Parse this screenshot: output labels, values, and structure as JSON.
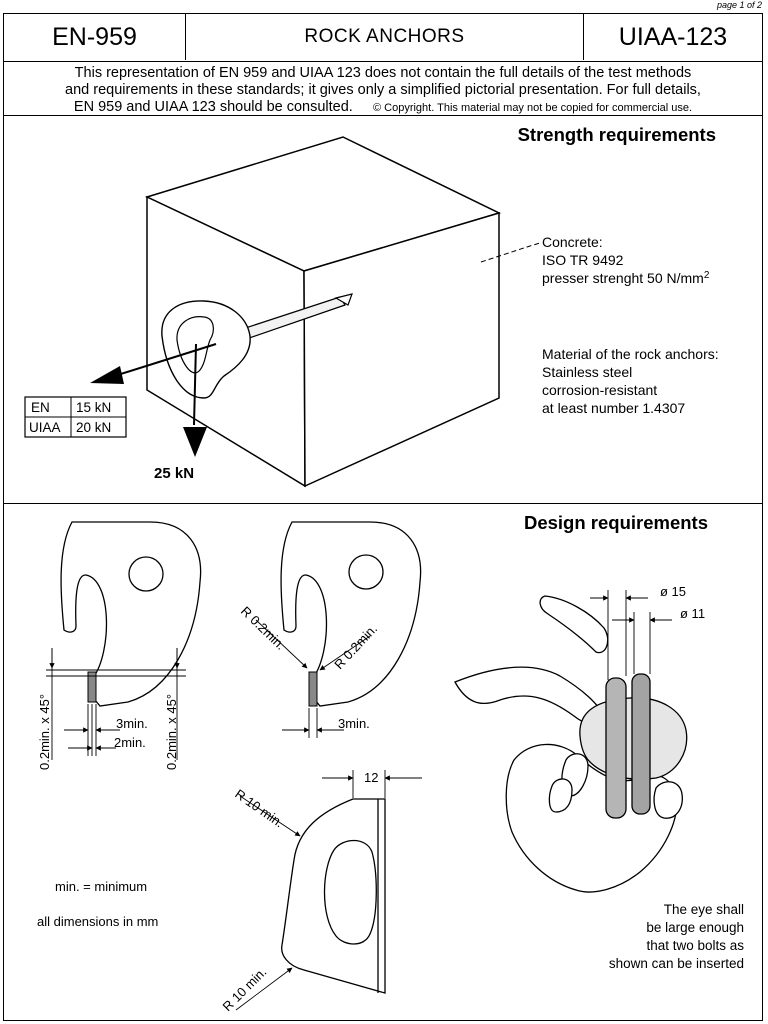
{
  "page_number": "page 1 of 2",
  "header": {
    "left": "EN-959",
    "middle": "ROCK  ANCHORS",
    "right": "UIAA-123"
  },
  "disclaimer": {
    "line1": "This representation of EN 959 and UIAA 123 does not contain the full details of the test methods",
    "line2": "and requirements in these standards; it gives only a simplified pictorial presentation. For full details,",
    "line3": "EN 959  and UIAA 123 should be consulted.",
    "copyright": "© Copyright. This material may not be copied for commercial use."
  },
  "strength": {
    "title": "Strength requirements",
    "concrete_label": "Concrete:",
    "concrete_iso": "ISO TR 9492",
    "concrete_strength": "presser strenght 50 N/mm",
    "concrete_strength_sup": "2",
    "material_line1": "Material of the rock anchors:",
    "material_line2": "Stainless steel",
    "material_line3": "corrosion-resistant",
    "material_line4": "at least number 1.4307",
    "load_table": [
      {
        "standard": "EN",
        "value": "15 kN"
      },
      {
        "standard": "UIAA",
        "value": "20 kN"
      }
    ],
    "axial_load": "25 kN"
  },
  "design": {
    "title": "Design requirements",
    "chamfer_left": "0.2min. x 45°",
    "chamfer_right": "0.2min. x 45°",
    "dim_3min_a": "3min.",
    "dim_2min": "2min.",
    "radius_left": "R 0.2min.",
    "radius_right": "R 0.2min.",
    "dim_3min_b": "3min.",
    "dim_12": "12",
    "radius_10_top": "R 10 min.",
    "radius_10_bottom": "R 10 min.",
    "dia_15": "ø 15",
    "dia_11": "ø 11",
    "legend_min": "min. = minimum",
    "legend_units": "all dimensions in mm",
    "eye_line1": "The eye shall",
    "eye_line2": "be large enough",
    "eye_line3": "that two bolts as",
    "eye_line4": "shown can be inserted"
  }
}
